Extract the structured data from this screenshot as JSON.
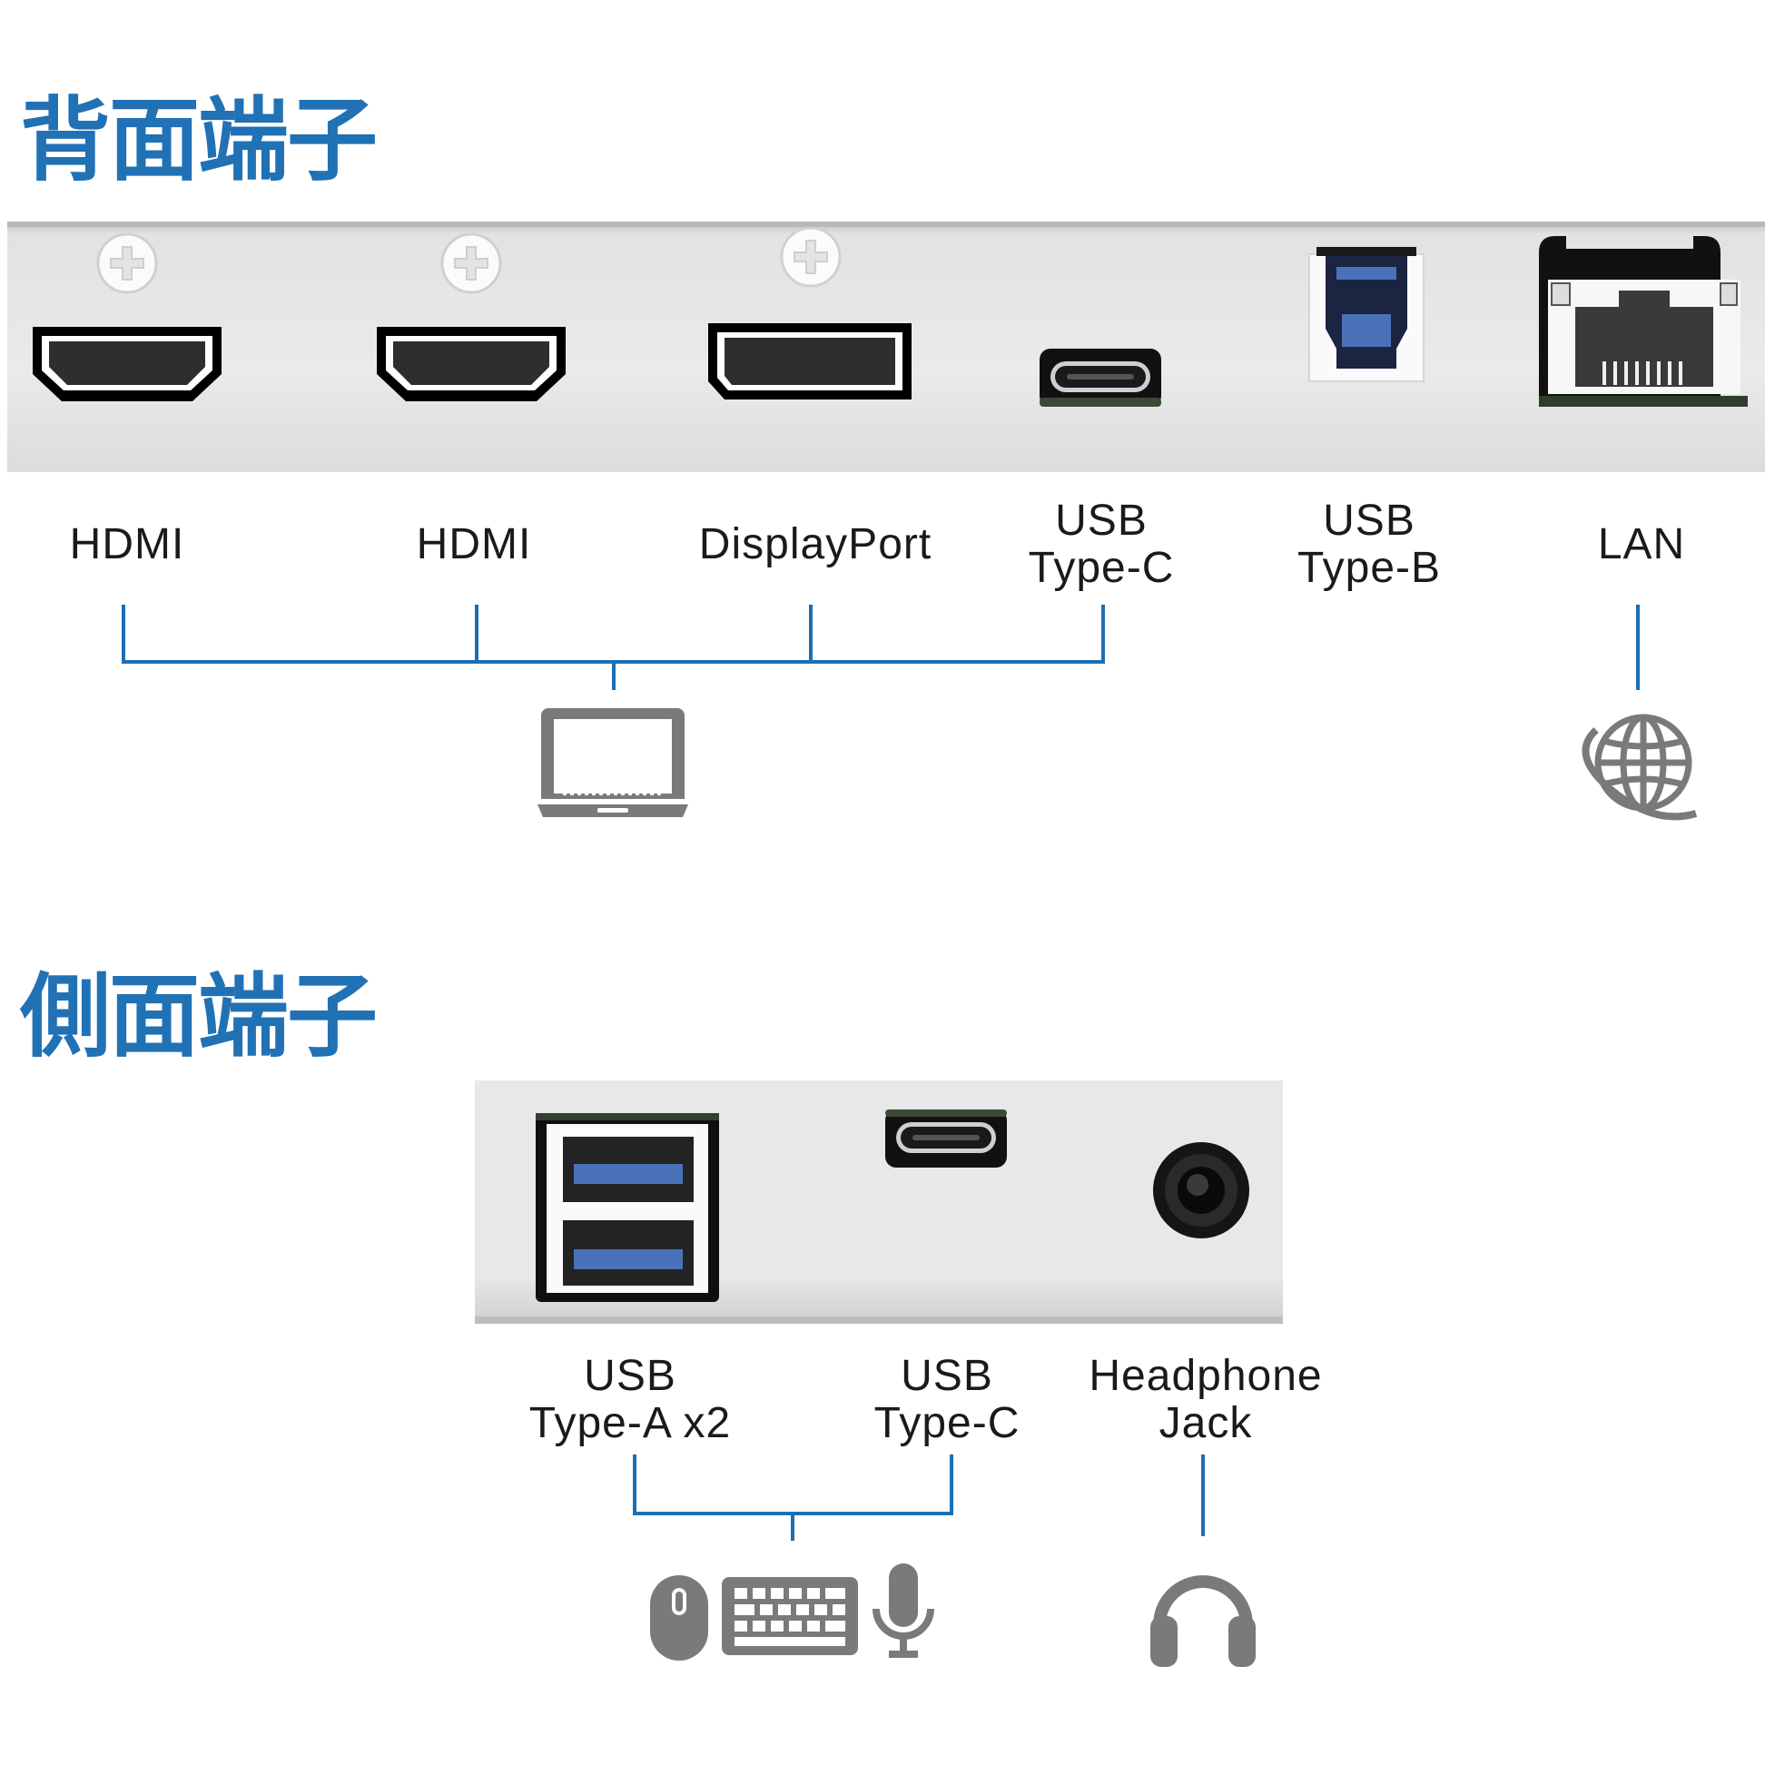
{
  "rear": {
    "title": "背面端子",
    "ports": [
      {
        "label_lines": [
          "HDMI"
        ]
      },
      {
        "label_lines": [
          "HDMI"
        ]
      },
      {
        "label_lines": [
          "DisplayPort"
        ]
      },
      {
        "label_lines": [
          "USB",
          "Type-C"
        ]
      },
      {
        "label_lines": [
          "USB",
          "Type-B"
        ]
      },
      {
        "label_lines": [
          "LAN"
        ]
      }
    ],
    "devices": {
      "computer": "laptop-icon",
      "network": "globe-icon"
    }
  },
  "side": {
    "title": "側面端子",
    "ports": [
      {
        "label_lines": [
          "USB",
          "Type-A x2"
        ]
      },
      {
        "label_lines": [
          "USB",
          "Type-C"
        ]
      },
      {
        "label_lines": [
          "Headphone",
          "Jack"
        ]
      }
    ],
    "devices": {
      "input": [
        "mouse-icon",
        "keyboard-icon",
        "microphone-icon"
      ],
      "audio": "headphones-icon"
    }
  },
  "colors": {
    "accent": "#1c6fb4",
    "title": "#2171b5",
    "panel": "#e6e6e6",
    "icon": "#7a7a7a",
    "usb3_blue": "#4a72b8"
  }
}
